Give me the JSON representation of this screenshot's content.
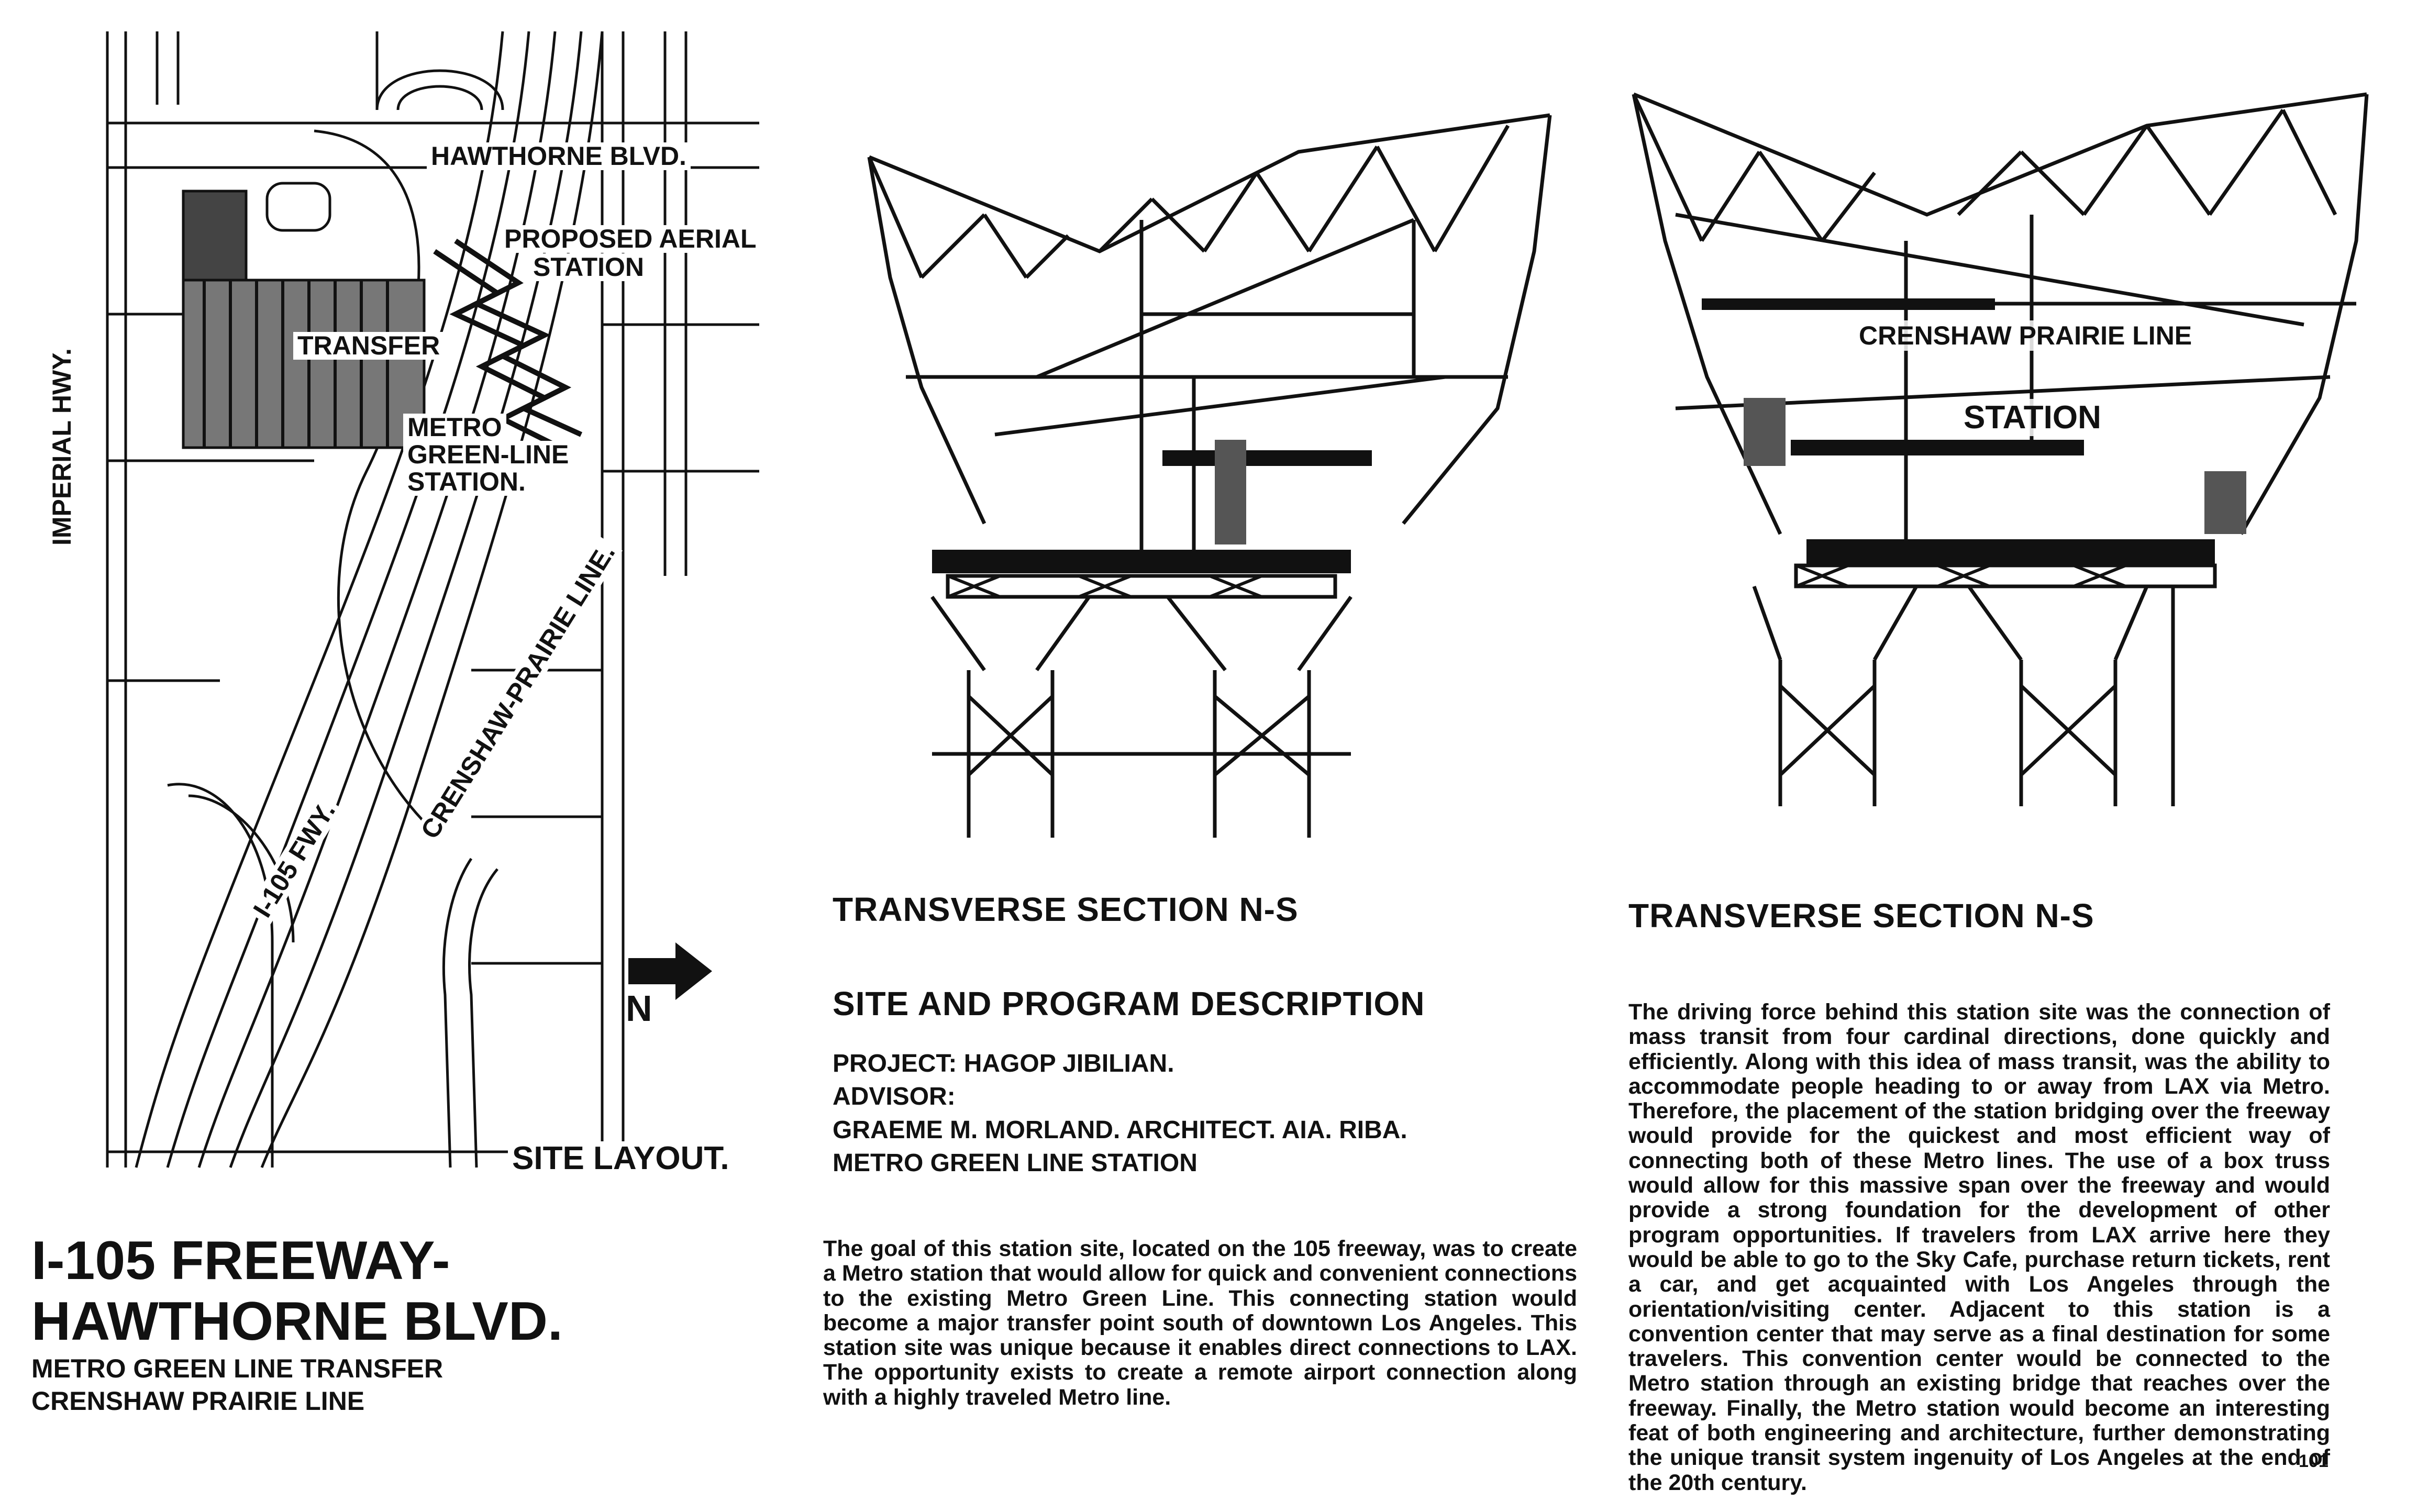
{
  "site_layout": {
    "labels": {
      "hawthorne_blvd": "HAWTHORNE BLVD.",
      "proposed_aerial_station_1": "PROPOSED AERIAL",
      "proposed_aerial_station_2": "STATION",
      "transfer": "TRANSFER",
      "metro_green_1": "METRO",
      "metro_green_2": "GREEN-LINE",
      "metro_green_3": "STATION.",
      "imperial_hwy": "IMPERIAL HWY.",
      "crenshaw_prairie": "CRENSHAW-PRAIRIE LINE.",
      "i105_fwy": "I-105 FWY.",
      "north": "N",
      "site_layout": "SITE LAYOUT."
    }
  },
  "title_block": {
    "title_line1": "I-105  FREEWAY-",
    "title_line2": "HAWTHORNE BLVD.",
    "subtitle_line1": "METRO GREEN LINE TRANSFER",
    "subtitle_line2": "CRENSHAW PRAIRIE LINE"
  },
  "section_left": {
    "heading": "TRANSVERSE SECTION N-S"
  },
  "section_right": {
    "heading": "TRANSVERSE SECTION N-S",
    "label_line": "CRENSHAW PRAIRIE LINE",
    "label_station": "STATION"
  },
  "description": {
    "heading": "SITE AND PROGRAM DESCRIPTION",
    "project_line": "PROJECT: HAGOP JIBILIAN.",
    "advisor_label": "ADVISOR:",
    "advisor_name": "GRAEME M. MORLAND. ARCHITECT. AIA. RIBA.",
    "project_name": "METRO GREEN LINE STATION",
    "paragraph_1": "The goal of this station site, located on the 105 freeway, was to create a Metro station that would allow for quick and convenient connections to the existing Metro Green Line. This connecting station would become a major transfer point south of downtown Los Angeles. This station site was unique because it enables direct connections to LAX. The opportunity exists to create a remote airport connection along with a highly traveled Metro line.",
    "paragraph_2": "The driving force behind this station site was the connection of mass transit from four cardinal directions, done quickly and efficiently. Along with this idea of mass transit, was the ability to accommodate people heading to or away from LAX via Metro. Therefore, the placement of the station bridging over the freeway would provide for the quickest and most efficient way of connecting both of these Metro lines. The use of a box truss would allow for this massive span over the freeway and would provide a strong foundation for the development of other program opportunities. If travelers from LAX arrive here they would be able to go to the Sky Cafe, purchase return tickets, rent a car, and get acquainted with Los Angeles through the orientation/visiting center. Adjacent to this station is a convention center that may serve as a final destination for some travelers. This convention center would be connected to the Metro station through an existing bridge that reaches over the freeway. Finally, the Metro station would become an interesting feat of both engineering and architecture, further demonstrating the unique transit system ingenuity of Los Angeles at the end of the 20th century."
  },
  "page_number": "101"
}
